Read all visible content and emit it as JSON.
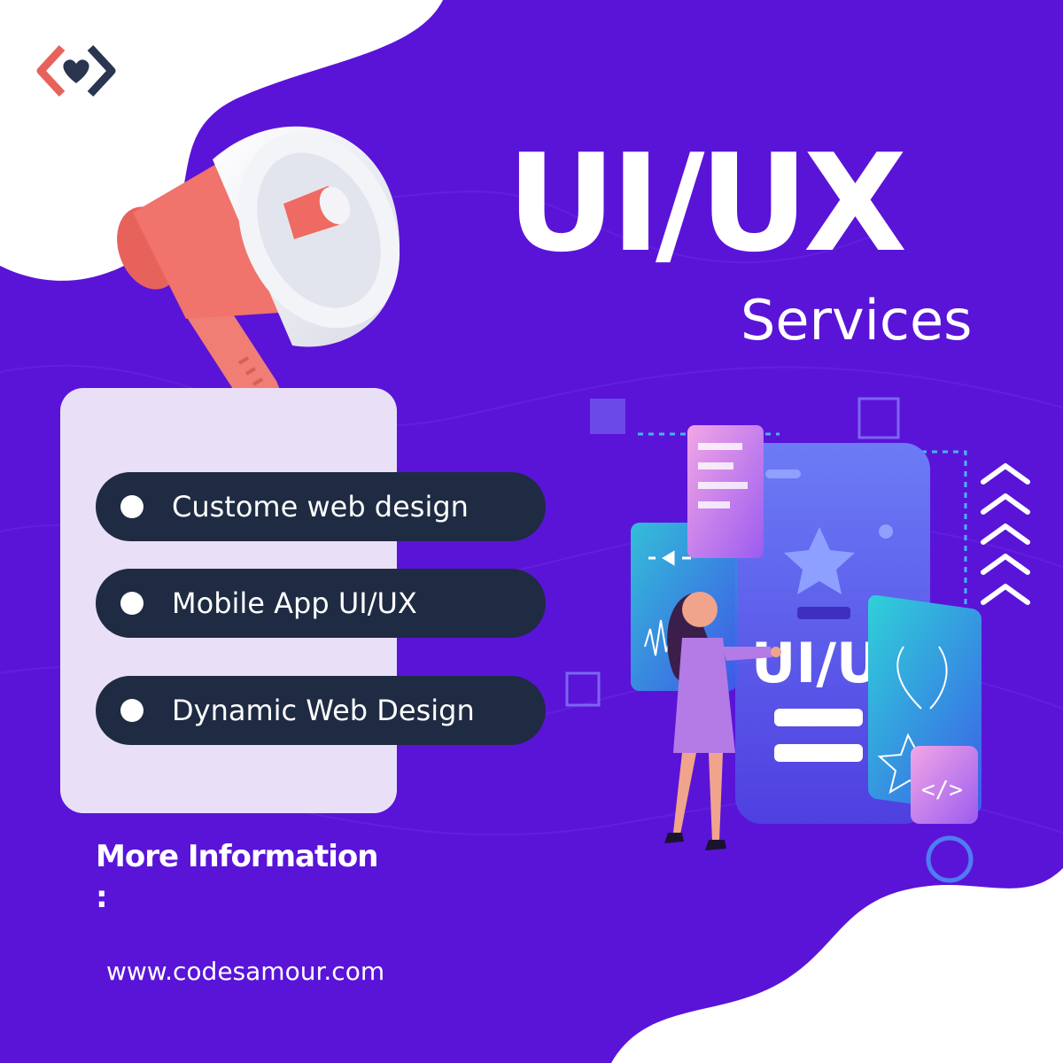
{
  "brand": {
    "logo_icon": "heart-in-hexagon-icon"
  },
  "headline": {
    "title": "UI/UX",
    "subtitle": "Services"
  },
  "services": [
    {
      "label": "Custome web design"
    },
    {
      "label": "Mobile App UI/UX"
    },
    {
      "label": "Dynamic Web Design"
    }
  ],
  "contact": {
    "heading": "More Information :",
    "website": "www.codesamour.com"
  },
  "illustration": {
    "screen_text": "UI/UX",
    "code_tag": "</>",
    "icons": [
      "megaphone-icon",
      "star-icon",
      "pen-tool-icon",
      "code-icon",
      "chevron-up-icon"
    ]
  },
  "colors": {
    "background": "#5a14d8",
    "card": "#e9e0f8",
    "pill": "#1f2b43",
    "text": "#ffffff",
    "accent": "#f0736c"
  }
}
